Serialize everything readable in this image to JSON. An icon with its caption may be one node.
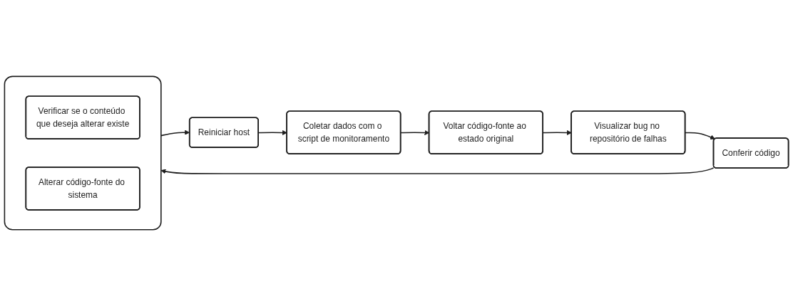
{
  "diagram": {
    "nodes": [
      {
        "text": [
          "Visualizar bug no repositório de falhas"
        ]
      },
      {
        "text": [
          "Conferir código"
        ]
      },
      {
        "text": [],
        "shape": "box"
      },
      {
        "text": [
          "Verificar se o conteúdo que deseja alterar existe"
        ],
        "in": 2
      },
      {
        "text": [
          "Alterar código-fonte do sistema"
        ],
        "in": 2
      },
      {
        "text": [
          "Reiniciar host"
        ]
      },
      {
        "text": [
          "Coletar dados com o script de monitoramento"
        ]
      },
      {
        "text": [
          "Voltar código-fonte ao estado original"
        ]
      }
    ],
    "edges": [
      {
        "from": 0,
        "to": 1,
        "arrow": "to"
      },
      {
        "from": 1,
        "to": 2,
        "arrow": "to"
      },
      {
        "from": 2,
        "to": 5,
        "arrow": "to"
      },
      {
        "from": 5,
        "to": 6,
        "arrow": "to"
      },
      {
        "from": 6,
        "to": 7,
        "arrow": "to"
      },
      {
        "from": 7,
        "to": 0,
        "arrow": "to"
      }
    ]
  }
}
